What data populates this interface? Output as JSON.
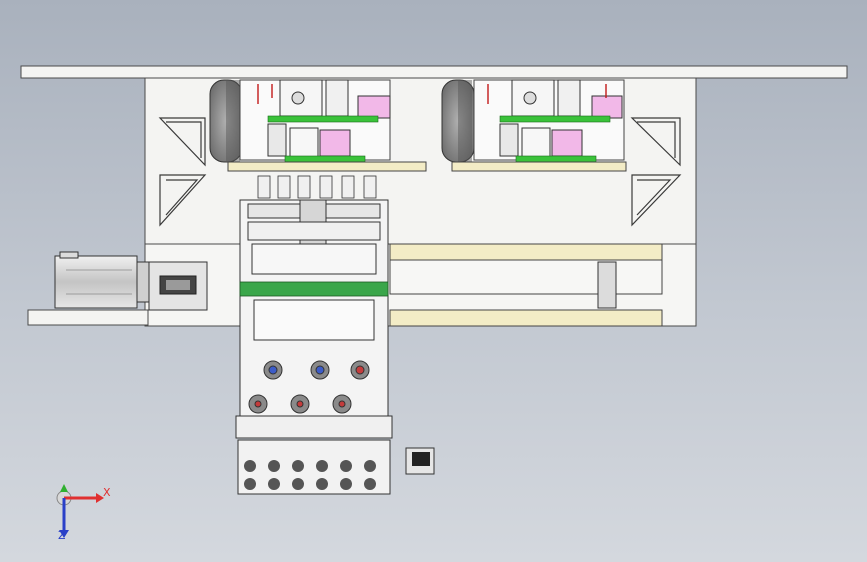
{
  "scene": {
    "view": "top",
    "colors": {
      "background_top": "#a9b1bd",
      "background_bottom": "#d4d8de",
      "frame": "#f4f4f2",
      "edge": "#4a4a4a",
      "cream_plate": "#f3ecc6",
      "green_part": "#3ac23a",
      "pink_block": "#f2b8e8",
      "wheel": "#8d8d8d",
      "motor": "#d8d8d8"
    },
    "axis_triad": {
      "x_label": "X",
      "z_label": "Z",
      "x_color": "#e03030",
      "y_color": "#30b030",
      "z_color": "#2a40c8"
    }
  }
}
